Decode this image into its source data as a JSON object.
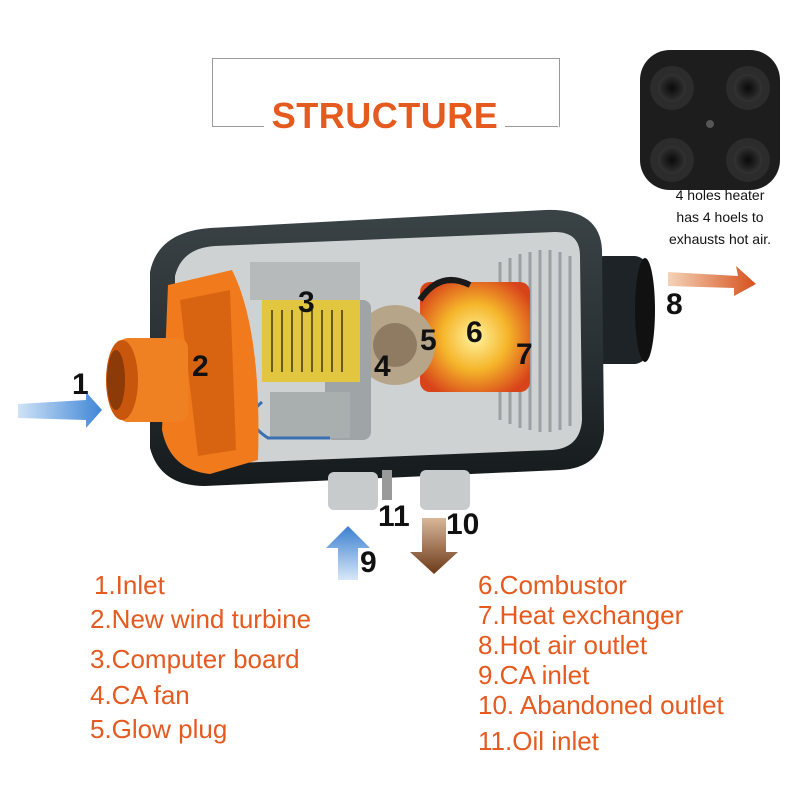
{
  "title": "STRUCTURE",
  "callouts": [
    "1",
    "2",
    "3",
    "4",
    "5",
    "6",
    "7",
    "8",
    "9",
    "11",
    "10"
  ],
  "legend_left": [
    "1.Inlet",
    "2.New wind turbine",
    "3.Computer board",
    "4.CA fan",
    "5.Glow plug"
  ],
  "legend_right": [
    "6.Combustor",
    "7.Heat exchanger",
    "8.Hot air outlet",
    "9.CA inlet",
    "10. Abandoned outlet",
    "11.Oil inlet"
  ],
  "note": {
    "line1": "4 holes heater",
    "line2": "has 4 hoels to",
    "line3": "exhausts hot air."
  },
  "colors": {
    "accent": "#e45a1f",
    "turbine": "#f07a1c",
    "heater_body": "#2a3134",
    "inlet_arrow": "#4a90d9",
    "outlet_arrow": "#e26a2c",
    "waste_arrow": "#7a4a2a"
  }
}
